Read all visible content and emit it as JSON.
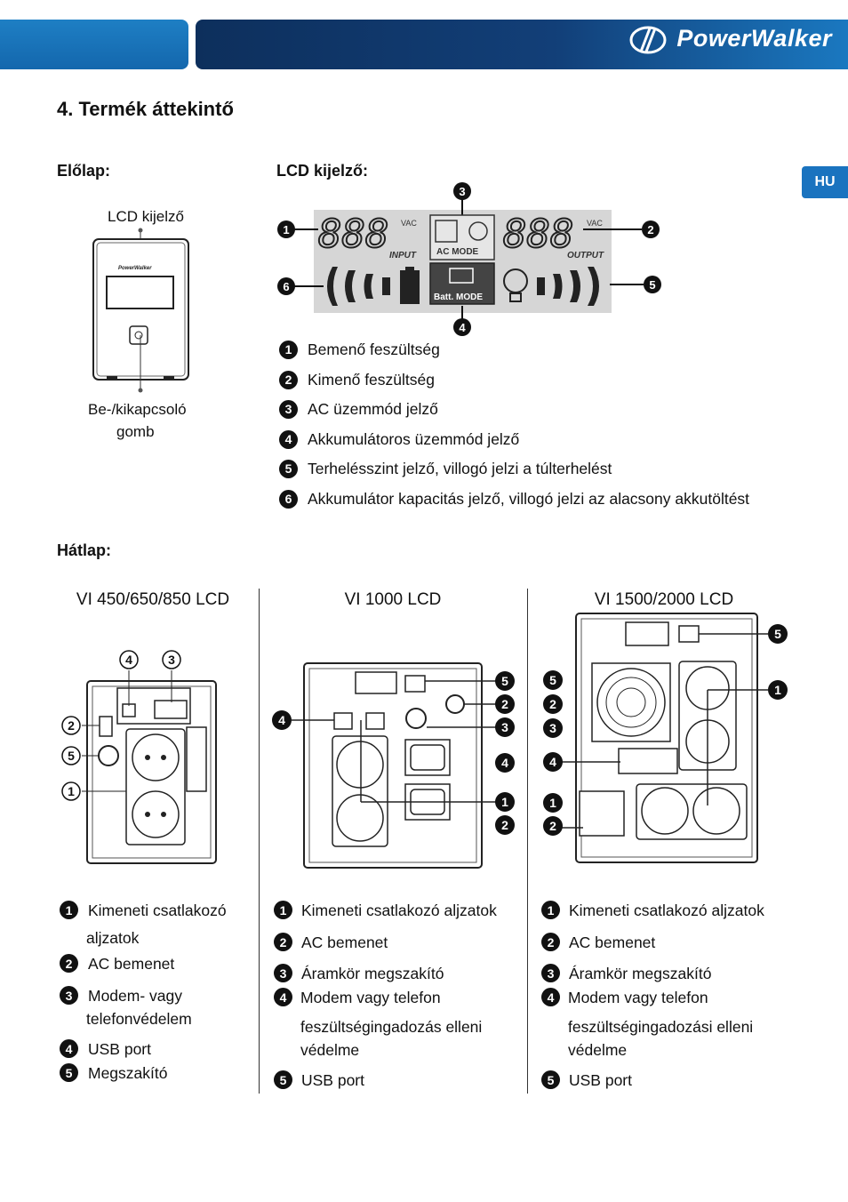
{
  "header": {
    "brand": "PowerWalker"
  },
  "title": "4. Termék áttekintő",
  "lang_tab": "HU",
  "front": {
    "heading": "Előlap:",
    "lcd_label": "LCD kijelző",
    "switch_label_1": "Be-/kikapcsoló",
    "switch_label_2": "gomb"
  },
  "lcd": {
    "heading": "LCD kijelző:",
    "digits_in": "888",
    "digits_out": "888",
    "unit_in": "VAC",
    "unit_out": "VAC",
    "input": "INPUT",
    "output": "OUTPUT",
    "ac_mode": "AC MODE",
    "batt_mode": "Batt. MODE",
    "legend": [
      {
        "n": "1",
        "text": "Bemenő feszültség"
      },
      {
        "n": "2",
        "text": "Kimenő feszültség"
      },
      {
        "n": "3",
        "text": "AC üzemmód jelző"
      },
      {
        "n": "4",
        "text": "Akkumulátoros üzemmód jelző"
      },
      {
        "n": "5",
        "text": "Terhelésszint jelző, villogó jelzi a túlterhelést"
      },
      {
        "n": "6",
        "text": "Akkumulátor kapacitás jelző, villogó jelzi az alacsony akkutöltést"
      }
    ]
  },
  "back": {
    "heading": "Hátlap:",
    "models": [
      {
        "title": "VI 450/650/850 LCD",
        "items": [
          {
            "n": "1",
            "lines": [
              "Kimeneti csatlakozó",
              "aljzatok"
            ]
          },
          {
            "n": "2",
            "lines": [
              "AC bemenet"
            ]
          },
          {
            "n": "3",
            "lines": [
              "Modem- vagy",
              "telefonvédelem"
            ]
          },
          {
            "n": "4",
            "lines": [
              "USB port"
            ]
          },
          {
            "n": "5",
            "lines": [
              "Megszakító"
            ]
          }
        ]
      },
      {
        "title": "VI 1000 LCD",
        "items": [
          {
            "n": "1",
            "lines": [
              "Kimeneti csatlakozó aljzatok"
            ]
          },
          {
            "n": "2",
            "lines": [
              "AC bemenet"
            ]
          },
          {
            "n": "3",
            "lines": [
              "Áramkör megszakító"
            ]
          },
          {
            "n": "4",
            "lines": [
              "Modem vagy telefon",
              "feszültségingadozás elleni",
              "védelme"
            ]
          },
          {
            "n": "5",
            "lines": [
              "USB port"
            ]
          }
        ]
      },
      {
        "title": "VI 1500/2000 LCD",
        "items": [
          {
            "n": "1",
            "lines": [
              "Kimeneti csatlakozó aljzatok"
            ]
          },
          {
            "n": "2",
            "lines": [
              "AC bemenet"
            ]
          },
          {
            "n": "3",
            "lines": [
              "Áramkör megszakító"
            ]
          },
          {
            "n": "4",
            "lines": [
              "Modem vagy telefon",
              "feszültségingadozási elleni",
              "védelme"
            ]
          },
          {
            "n": "5",
            "lines": [
              "USB port"
            ]
          }
        ]
      }
    ]
  }
}
